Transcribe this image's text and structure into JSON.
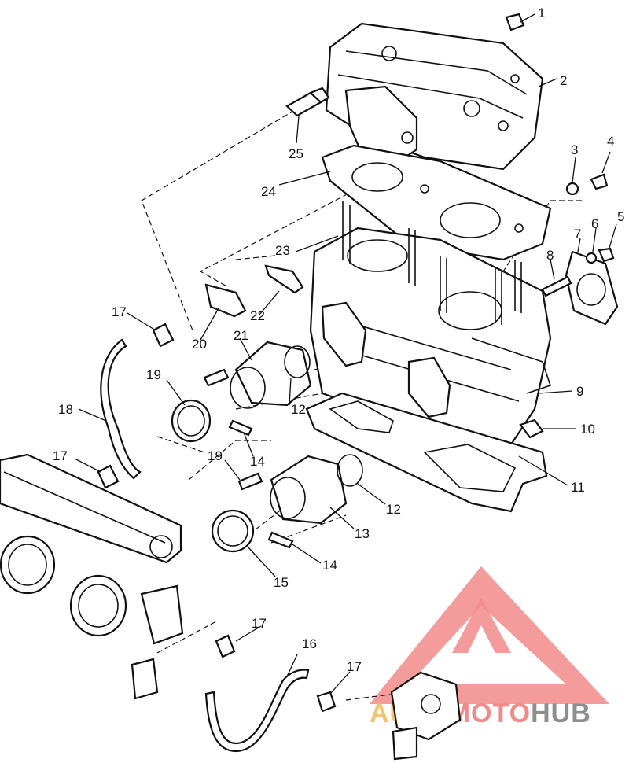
{
  "figure": {
    "callouts": [
      "1",
      "2",
      "3",
      "4",
      "5",
      "6",
      "7",
      "8",
      "9",
      "10",
      "11",
      "12",
      "12",
      "13",
      "14",
      "14",
      "15",
      "16",
      "17",
      "17",
      "17",
      "17",
      "18",
      "19",
      "19",
      "20",
      "21",
      "22",
      "23",
      "24",
      "25"
    ]
  },
  "watermark": {
    "part1": "AUTO",
    "part2": "MOTO",
    "part3": "HUB",
    "colors": {
      "triangle": "#f28a8a",
      "auto": "#f3c36b",
      "moto": "#f28a8a",
      "hub": "#8e8e8e"
    }
  }
}
